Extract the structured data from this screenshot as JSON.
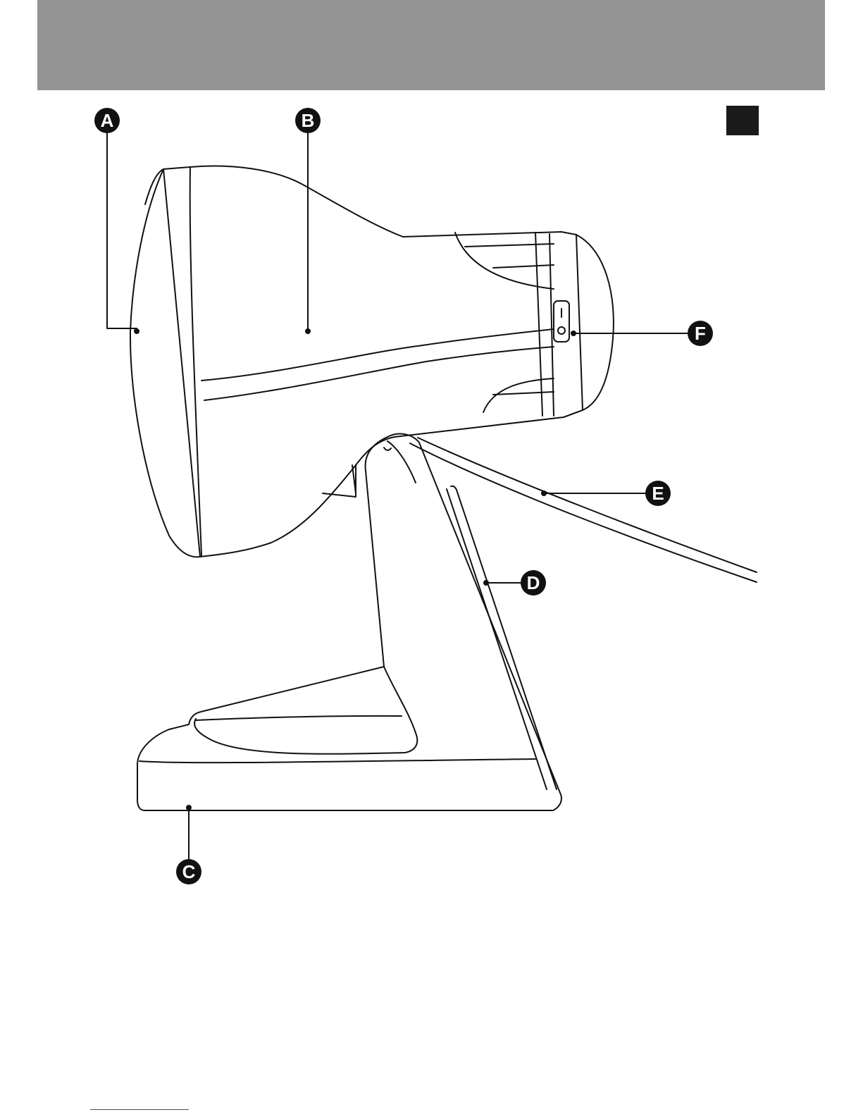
{
  "colors": {
    "header_band": "#939393",
    "corner_box": "#1a1a1a",
    "line": "#111111",
    "callout_fill": "#111111",
    "callout_text": "#ffffff"
  },
  "callouts": {
    "a": "A",
    "b": "B",
    "c": "C",
    "d": "D",
    "e": "E",
    "f": "F"
  },
  "switch": {
    "on_mark": "I",
    "off_mark": "O"
  }
}
